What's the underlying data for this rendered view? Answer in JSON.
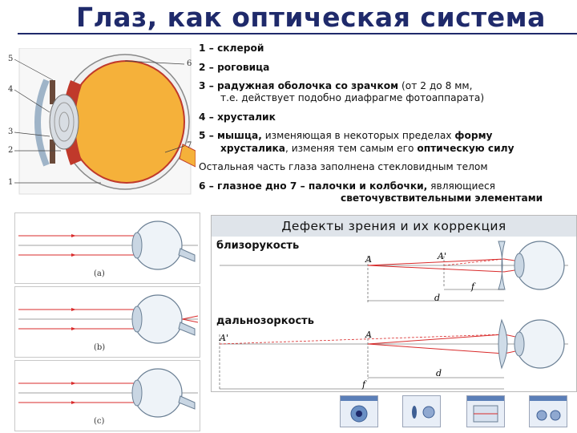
{
  "title": "Глаз, как оптическая система",
  "eye_figure": {
    "labels": [
      "5",
      "4",
      "3",
      "2",
      "1",
      "6",
      "7"
    ]
  },
  "legend": {
    "l1": {
      "num": "1 – ",
      "text": "склерой"
    },
    "l2": {
      "num": "2 – ",
      "text": "роговица"
    },
    "l3": {
      "bold": "3 – радужная оболочка со зрачком",
      "rest": " (от 2 до 8 мм,",
      "cont": "т.е. действует подобно диафрагме фотоаппарата)"
    },
    "l4": {
      "num": "4 – ",
      "text": "хрусталик"
    },
    "l5": {
      "bold": "5 – мышца,",
      "rest": " изменяющая в некоторых пределах ",
      "bold2": "форму",
      "cont_bold": "хрусталика",
      "cont_rest": ", изменяя тем самым его ",
      "cont_bold2": "оптическую силу"
    },
    "rest_text": "Остальная часть глаза заполнена стекловидным телом",
    "l6": {
      "bold": "6 – глазное дно  7 – палочки и колбочки,",
      "rest": " являющиеся",
      "cont": "светочувствительными элементами"
    }
  },
  "left_diagrams": {
    "captions": [
      "(a)",
      "(b)",
      "(c)"
    ]
  },
  "defects": {
    "title": "Дефекты зрения и их коррекция",
    "myopia": {
      "label": "близорукость",
      "points": {
        "A": "A",
        "A1": "A'",
        "f": "f",
        "d": "d"
      }
    },
    "hyperopia": {
      "label": "дальнозоркость",
      "points": {
        "A": "A",
        "A1": "A'",
        "f": "f",
        "d": "d"
      }
    }
  },
  "thumbnails": [
    "eye-thumbnail-1",
    "eye-thumbnail-2",
    "eye-thumbnail-3",
    "eye-thumbnail-4"
  ],
  "colors": {
    "title": "#1f2a6b",
    "ray": "#d92b2b",
    "eye_yellow": "#f5a623",
    "eye_red": "#c0392b",
    "panel": "#dfe4ea"
  }
}
